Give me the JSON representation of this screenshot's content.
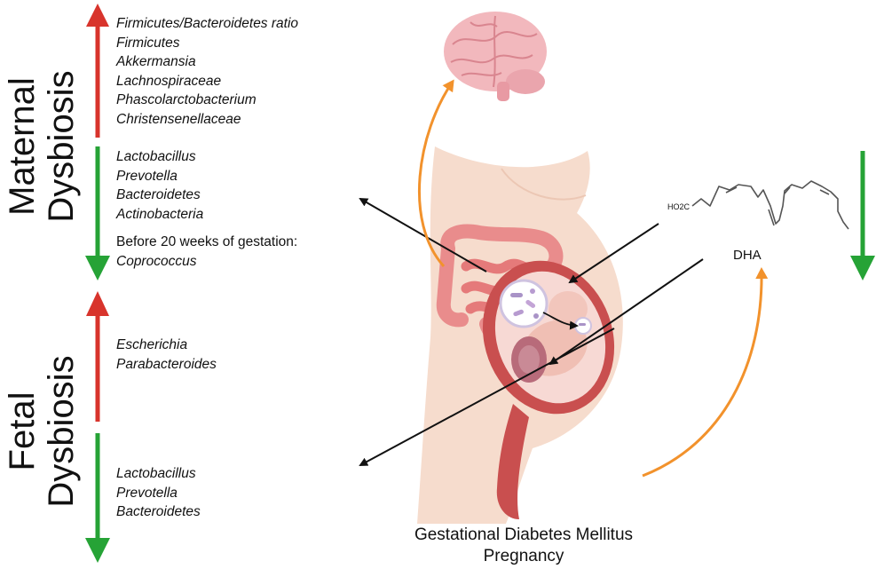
{
  "maternal": {
    "title_line1": "Maternal",
    "title_line2": "Dysbiosis",
    "increased": [
      "Firmicutes/Bacteroidetes ratio",
      "Firmicutes",
      "Akkermansia",
      "Lachnospiraceae",
      "Phascolarctobacterium",
      "Christensenellaceae"
    ],
    "decreased": [
      "Lactobacillus",
      "Prevotella",
      "Bacteroidetes",
      "Actinobacteria"
    ],
    "early_note": "Before 20 weeks of gestation:",
    "early_taxon": "Coprococcus"
  },
  "fetal": {
    "title_line1": "Fetal",
    "title_line2": "Dysbiosis",
    "increased": [
      "Escherichia",
      "Parabacteroides"
    ],
    "decreased": [
      "Lactobacillus",
      "Prevotella",
      "Bacteroidetes"
    ]
  },
  "molecule": {
    "name": "DHA",
    "group_label": "HO2C"
  },
  "caption": {
    "line1": "Gestational Diabetes Mellitus",
    "line2": "Pregnancy"
  },
  "colors": {
    "increase_arrow": "#d8342c",
    "decrease_arrow": "#26a336",
    "axis_arrow": "#f2922c",
    "skin": "#f6dccd",
    "brain": "#f2b8bd",
    "gut": "#e98c8c",
    "uterus": "#c94f4f"
  },
  "icons": [
    "brain-icon",
    "intestine-icon",
    "bacteria-icon",
    "uterus-icon",
    "fetus-icon",
    "placenta-icon"
  ]
}
